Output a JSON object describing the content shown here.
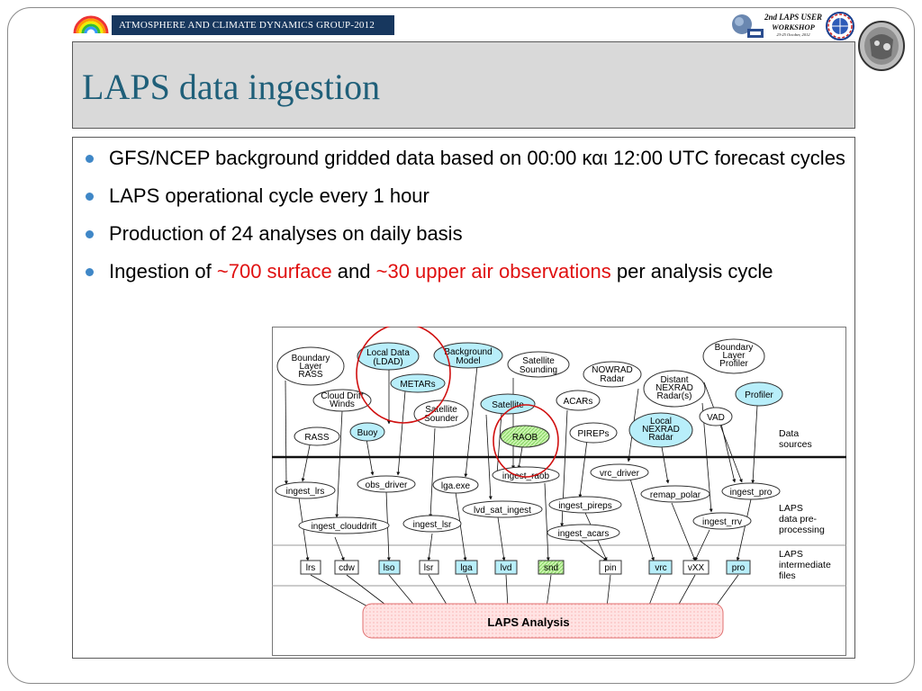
{
  "header": {
    "group_banner": "ATMOSPHERE AND CLIMATE DYNAMICS GROUP-2012",
    "workshop_line1": "2nd LAPS USER",
    "workshop_line2": "WORKSHOP",
    "workshop_line3": "23-25 October, 2012"
  },
  "title": "LAPS data ingestion",
  "bullets": [
    {
      "text": "GFS/NCEP background gridded data based on 00:00 και 12:00 UTC forecast cycles"
    },
    {
      "text": "LAPS operational cycle every 1 hour"
    },
    {
      "text": "Production of 24 analyses on daily basis"
    },
    {
      "parts": [
        "Ingestion of ",
        "~700 surface",
        " and ",
        "~30 upper air observations",
        " per analysis cycle"
      ]
    }
  ],
  "diagram": {
    "row_labels": {
      "data_sources": [
        "Data",
        "sources"
      ],
      "preprocessing": [
        "LAPS",
        "data pre-",
        "processing"
      ],
      "intermediate": [
        "LAPS",
        "intermediate",
        "files"
      ]
    },
    "sources": {
      "boundary_layer_rass": [
        "Boundary",
        "Layer",
        "RASS"
      ],
      "local_data": [
        "Local Data",
        "(LDAD)"
      ],
      "background_model": [
        "Background",
        "Model"
      ],
      "satellite_sounding": [
        "Satellite",
        "Sounding"
      ],
      "nowrad": [
        "NOWRAD",
        "Radar"
      ],
      "distant_nexrad": [
        "Distant",
        "NEXRAD",
        "Radar(s)"
      ],
      "boundary_layer_profiler": [
        "Boundary",
        "Layer",
        "Profiler"
      ],
      "metars": "METARs",
      "cloud_drift": [
        "Cloud Drift",
        "Winds"
      ],
      "satellite_sounder": [
        "Satellite",
        "Sounder"
      ],
      "satellite": "Satellite",
      "acars": "ACARs",
      "profiler": "Profiler",
      "rass": "RASS",
      "buoy": "Buoy",
      "raob": "RAOB",
      "pireps": "PIREPs",
      "local_nexrad": [
        "Local",
        "NEXRAD",
        "Radar"
      ],
      "vad": "VAD"
    },
    "processes": {
      "ingest_raob": "ingest_raob",
      "vrc_driver": "vrc_driver",
      "ingest_lrs": "ingest_lrs",
      "obs_driver": "obs_driver",
      "lga_exe": "lga.exe",
      "remap_polar": "remap_polar",
      "ingest_pro": "ingest_pro",
      "lvd_sat_ingest": "lvd_sat_ingest",
      "ingest_pireps": "ingest_pireps",
      "ingest_clouddrift": "ingest_clouddrift",
      "ingest_lsr": "ingest_lsr",
      "ingest_rrv": "ingest_rrv",
      "ingest_acars": "ingest_acars"
    },
    "files": [
      "lrs",
      "cdw",
      "lso",
      "lsr",
      "lga",
      "lvd",
      "snd",
      "pin",
      "vrc",
      "vXX",
      "pro"
    ],
    "analysis": "LAPS Analysis"
  },
  "colors": {
    "title": "#1f5f79",
    "banner": "#17375e",
    "bullet": "#3f87c7",
    "highlight_red": "#e01010",
    "cyan_node": "#b8eefa",
    "green_node": "#b7ef9c",
    "analysis_fill": "#ffd9d9",
    "circle": "#d01010"
  }
}
